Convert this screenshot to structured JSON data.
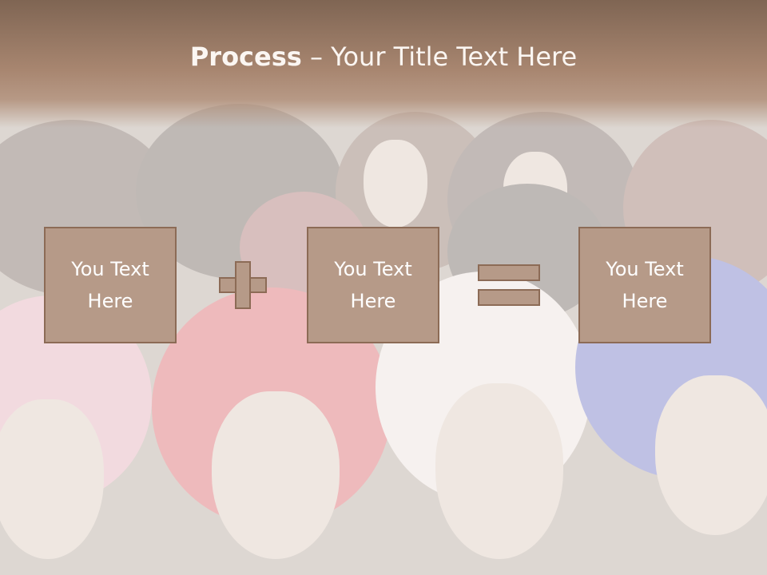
{
  "slide": {
    "title_bold": "Process",
    "title_rest": " – Your Title Text Here",
    "boxes": [
      {
        "text": "You Text Here"
      },
      {
        "text": "You Text Here"
      },
      {
        "text": "You Text Here"
      }
    ],
    "operators": [
      "plus-icon",
      "equals-icon"
    ],
    "background": "photo of mannequin heads wearing colorful wigs",
    "colors": {
      "title_band": "#a88670",
      "box_fill": "#b69a88",
      "box_border": "#8c6b56",
      "text": "#ffffff"
    }
  }
}
